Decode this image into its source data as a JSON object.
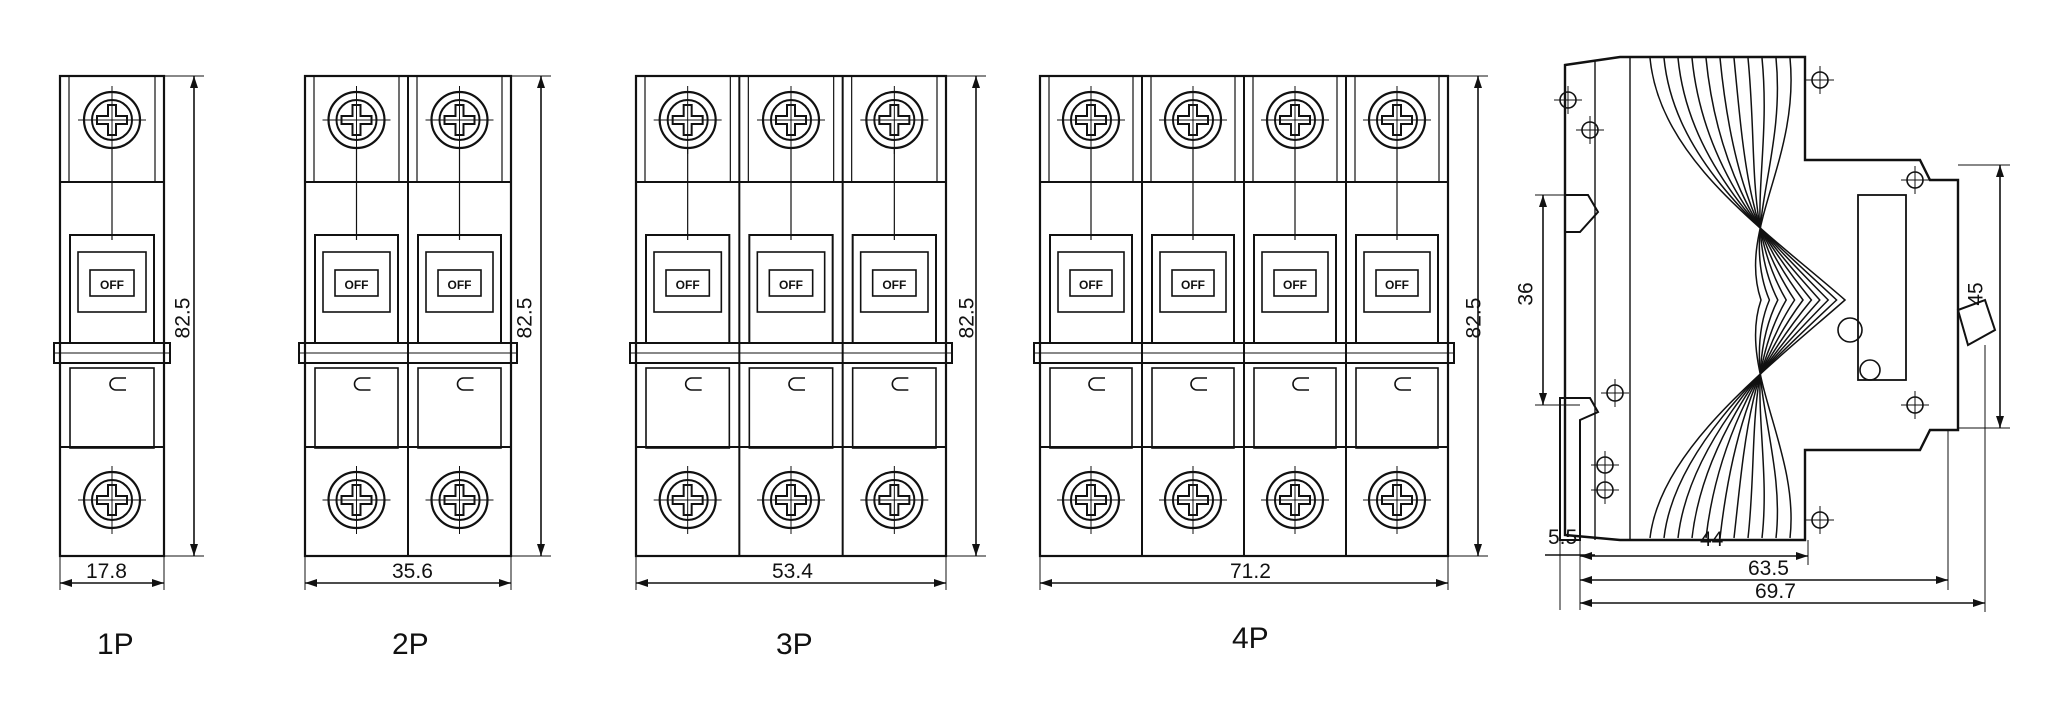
{
  "breakers": [
    {
      "id": "1p",
      "label": "1P",
      "poles": 1,
      "width_dim": "17.8",
      "height_dim": "82.5"
    },
    {
      "id": "2p",
      "label": "2P",
      "poles": 2,
      "width_dim": "35.6",
      "height_dim": "82.5"
    },
    {
      "id": "3p",
      "label": "3P",
      "poles": 3,
      "width_dim": "53.4",
      "height_dim": "82.5"
    },
    {
      "id": "4p",
      "label": "4P",
      "poles": 4,
      "width_dim": "71.2",
      "height_dim": "82.5"
    }
  ],
  "handle_text": "OFF",
  "side_view": {
    "dims": {
      "rail_height": "36",
      "front_height": "45",
      "foot_offset": "5.5",
      "body_depth": "44",
      "front_depth": "63.5",
      "total_depth": "69.7"
    }
  },
  "colors": {
    "line": "#111111",
    "background": "#ffffff"
  }
}
